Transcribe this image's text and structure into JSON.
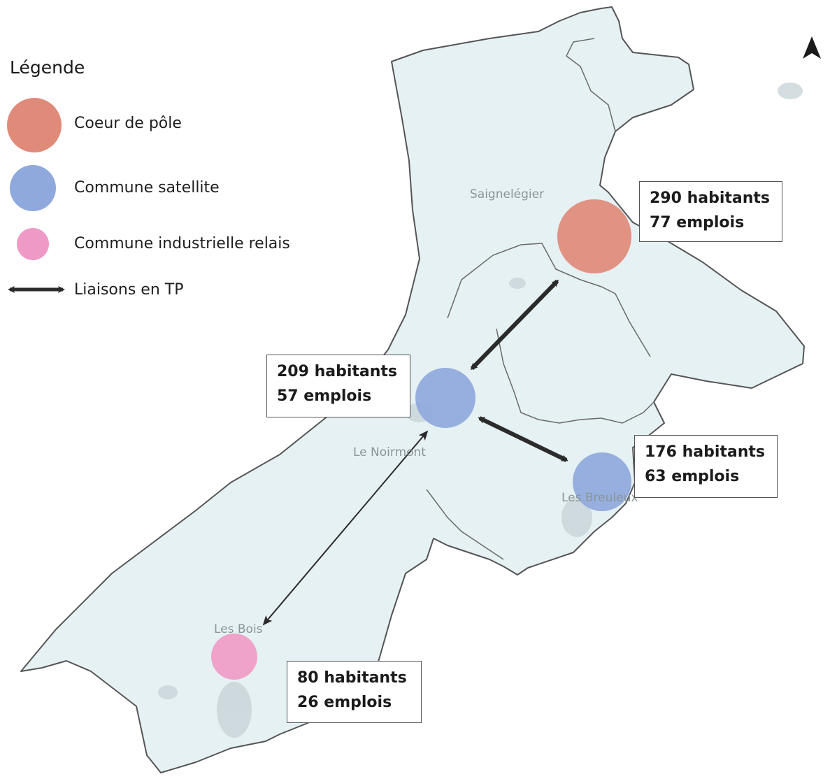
{
  "legend": {
    "title": "Légende",
    "items": [
      {
        "label": "Coeur de pôle",
        "color": "#e08a7a",
        "symbol": "filled-circle"
      },
      {
        "label": "Commune satellite",
        "color": "#8fa9dc",
        "symbol": "filled-circle"
      },
      {
        "label": "Commune industrielle relais",
        "color": "#ef9ac6",
        "symbol": "filled-circle"
      },
      {
        "label": "Liaisons en TP",
        "color": "#222222",
        "symbol": "double-arrow"
      }
    ]
  },
  "places": [
    {
      "name": "Saignelégier",
      "category": "Coeur de pôle",
      "habitants": "290 habitants",
      "emplois": "77 emplois"
    },
    {
      "name": "Le Noirmont",
      "category": "Commune satellite",
      "habitants": "209 habitants",
      "emplois": "57 emplois"
    },
    {
      "name": "Les Breuleux",
      "category": "Commune satellite",
      "habitants": "176 habitants",
      "emplois": "63 emplois"
    },
    {
      "name": "Les Bois",
      "category": "Commune industrielle relais",
      "habitants": "80 habitants",
      "emplois": "26 emplois"
    }
  ],
  "links": [
    {
      "from": "Saignelégier",
      "to": "Le Noirmont",
      "style": "thick"
    },
    {
      "from": "Le Noirmont",
      "to": "Les Breuleux",
      "style": "thick"
    },
    {
      "from": "Le Noirmont",
      "to": "Les Bois",
      "style": "thin"
    }
  ],
  "colors": {
    "land_fill": "#e6f1f3",
    "border": "#555555",
    "background": "#ffffff"
  },
  "icons": {
    "north": "north-arrow-icon"
  }
}
